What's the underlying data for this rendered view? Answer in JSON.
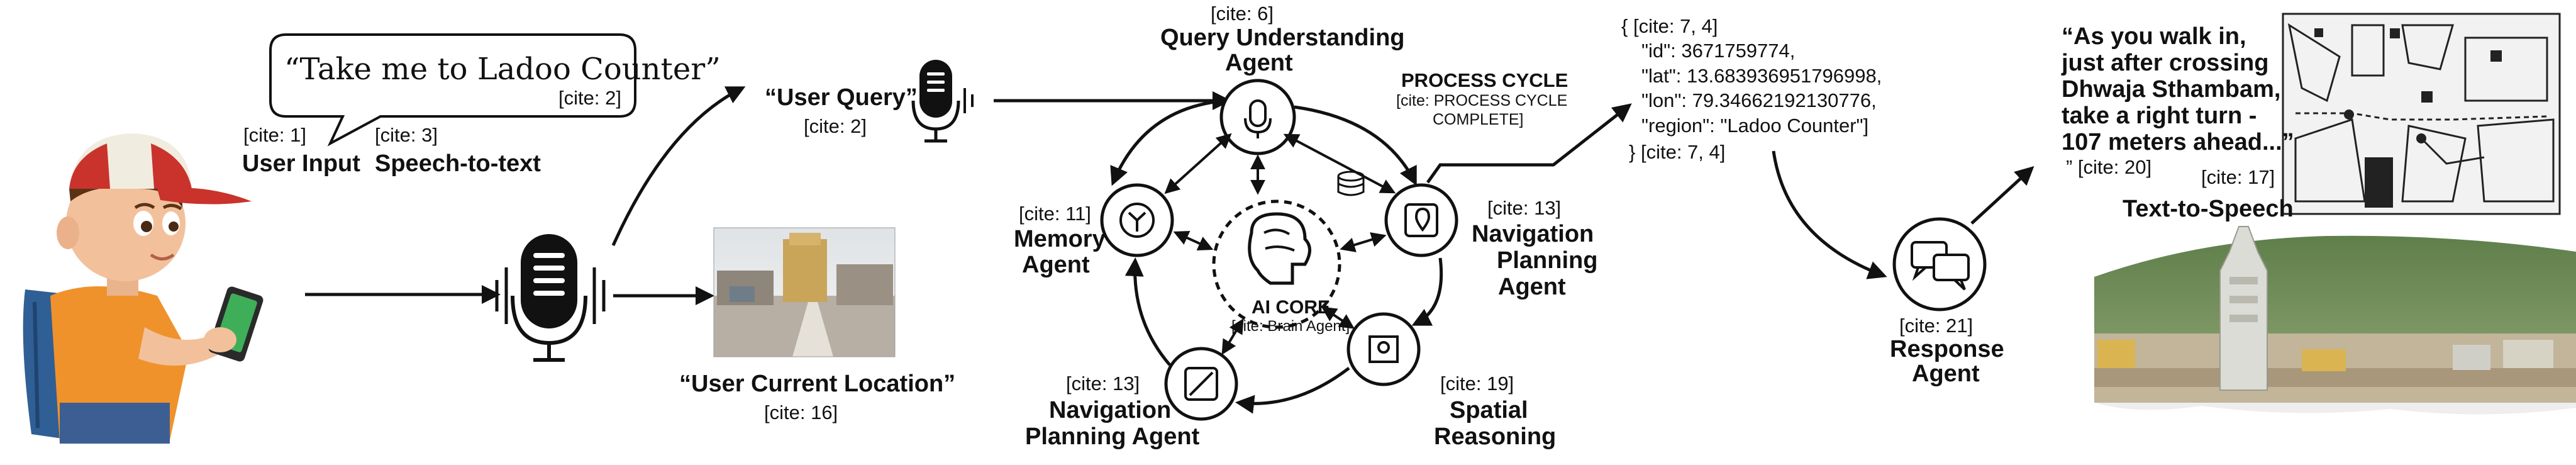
{
  "speech_bubble": {
    "quote": "“Take me to Ladoo Counter”",
    "cite": "[cite: 2]"
  },
  "user_input": {
    "cite": "[cite: 1]",
    "label": "User Input"
  },
  "speech_to_text": {
    "cite": "[cite: 3]",
    "label": "Speech-to-text"
  },
  "user_query": {
    "label": "“User Query”",
    "cite": "[cite: 2]"
  },
  "user_location": {
    "label": "“User Current Location”",
    "cite": "[cite: 16]"
  },
  "query_agent": {
    "cite": "[cite: 6]",
    "line1": "Query Understanding",
    "line2": "Agent"
  },
  "process_cycle": {
    "title": "PROCESS CYCLE",
    "line1": "[cite: PROCESS CYCLE",
    "line2": "COMPLETE]"
  },
  "memory_agent": {
    "cite": "[cite: 11]",
    "line1": "Memory",
    "line2": "Agent"
  },
  "nav_agent_right": {
    "cite": "[cite: 13]",
    "line1": "Navigation",
    "line2": "Planning",
    "line3": "Agent"
  },
  "ai_core": {
    "label": "AI CORE",
    "cite": "[cite: Brain Agent]"
  },
  "nav_agent_bottom": {
    "cite": "[cite: 13]",
    "line1": "Navigation",
    "line2": "Planning Agent"
  },
  "spatial": {
    "cite": "[cite: 19]",
    "line1": "Spatial",
    "line2": "Reasoning"
  },
  "json_output": {
    "open": "{ [cite: 7, 4]",
    "id": "\"id\": 3671759774,",
    "lat": "\"lat\": 13.683936951796998,",
    "lon": "\"lon\": 79.34662192130776,",
    "region": "\"region\": \"Ladoo Counter\"]",
    "close": "}  [cite: 7, 4]"
  },
  "response_agent": {
    "cite": "[cite: 21]",
    "line1": "Response",
    "line2": "Agent"
  },
  "tts_quote": {
    "line1": "“As you walk in,",
    "line2": "just after crossing",
    "line3": "Dhwaja Sthambam,",
    "line4": "take a right turn -",
    "line5": "107 meters ahead...”",
    "line6": "” [cite: 20]"
  },
  "tts": {
    "cite": "[cite: 17]",
    "label": "Text-to-Speech"
  },
  "icons": [
    "child-with-phone-icon",
    "microphone-icon",
    "brain-icon",
    "gear-icon",
    "database-icon",
    "chat-bubbles-icon",
    "map-pin-icon",
    "route-icon",
    "temple-photo",
    "map-image"
  ],
  "colors": {
    "ink": "#111111",
    "background": "#ffffff"
  }
}
